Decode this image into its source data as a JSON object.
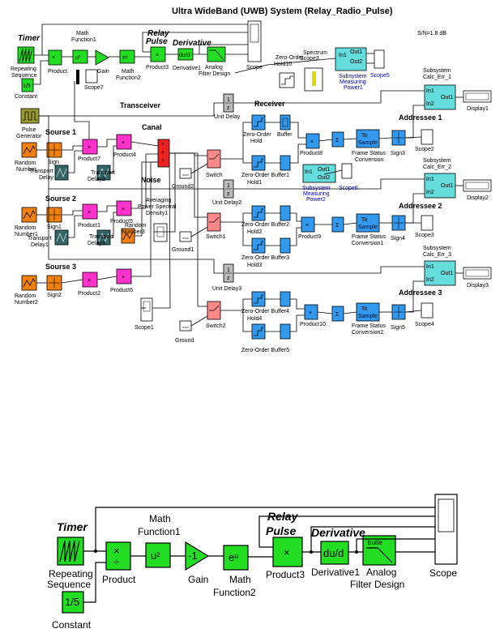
{
  "title": "Ultra WideBand (UWB) System  (Relay_Radio_Pulse)",
  "snr": "S/N=1.8 dB",
  "section_labels": {
    "timer": "Timer",
    "relay_pulse": "Relay\nPulse",
    "derivative_hdr": "Derivative",
    "transceiver": "Transceiver",
    "receiver": "Receiver",
    "canal": "Canal",
    "noise": "Noise",
    "source1": "Sourse 1",
    "source2": "Sourse 2",
    "source3": "Sourse 3",
    "addressee1": "Addressee 1",
    "addressee2": "Addressee 2",
    "addressee3": "Addressee 3"
  },
  "block_labels": {
    "repeating_sequence": "Repeating\nSequence",
    "constant": "Constant",
    "product": "Product",
    "math_function1": "Math\nFunction1",
    "gain": "Gain",
    "math_function2": "Math\nFunction2",
    "product3": "Product3",
    "derivative1": "Derivative1",
    "analog_filter": "Analog\nFilter Design",
    "scope": "Scope",
    "scope7": "Scope7",
    "zero_order_hold10": "Zero-Order\nHold10",
    "spectrum_scope": "Spectrum\nScope3",
    "subsystem_pm1": "Subsystem\nMeasuring\nPower1",
    "scope5": "Scope5",
    "subsystem_pm2": "Subsystem\nMeasuring\nPower2",
    "scope6": "Scope6",
    "pulse_generator": "Pulse\nGenerator",
    "random_number": "Random\nNumber",
    "random_number1": "Random\nNumber1",
    "random_number2": "Random\nNumber2",
    "random_number3": "Random\nNumber3",
    "sign": "Sign",
    "sign1": "Sign1",
    "sign2": "Sign2",
    "transport_delay": "Transport\nDelay",
    "transport_delay1": "Transport\nDelay1",
    "transport_delay2": "Transport\nDelay2",
    "transport_delay3": "Transport\nDelay3",
    "product1": "Product1",
    "product2": "Product2",
    "product4": "Product4",
    "product5": "Product5",
    "product6": "Product6",
    "product7": "Product7",
    "averaging_psd": "Averaging\nPower Spectral\nDensity1",
    "ground": "Ground",
    "ground1": "Ground1",
    "ground2": "Ground2",
    "switch": "Switch",
    "switch1": "Switch1",
    "switch2": "Switch2",
    "scope1": "Scope1",
    "unit_delay": "Unit Delay",
    "unit_delay2": "Unit Delay2",
    "unit_delay3": "Unit Delay3",
    "zoh": "Zero-Order\nHold",
    "zoh1": "Hold1",
    "zoh2": "Hold2",
    "zoh3": "Hold3",
    "zoh4": "Hold4",
    "buffer": "Buffer",
    "buffer1": "Zero-Order Buffer1",
    "buffer2": "Zero-Order Buffer2",
    "buffer3": "Zero-Order Buffer3",
    "buffer4": "Zero-Order Buffer4",
    "buffer5": "Zero-Order Buffer5",
    "product8": "Product8",
    "product9": "Product9",
    "product10": "Product10",
    "frame_status": "Frame Status\nConversion",
    "frame_status1": "Frame Status\nConversion1",
    "frame_status2": "Frame Status\nConversion2",
    "sign3": "Sign3",
    "sign4": "Sign4",
    "sign5": "Sign5",
    "scope2": "Scope2",
    "scope3": "Scope3",
    "scope4": "Scope4",
    "subsystem_ce1": "Subsystem\nCalc_Err_1",
    "subsystem_ce2": "Subsystem\nCalc_Err_2",
    "subsystem_ce3": "Subsystem\nCalc_Err_3",
    "display1": "Display1",
    "display2": "Display2",
    "display3": "Display3"
  },
  "glyphs": {
    "constant_value": "1/5",
    "u_squared": "u²",
    "gain_value": "-1",
    "e_u": "eᵘ",
    "du_dt": "du/d",
    "butter": "butte",
    "to_sample": "To\nSample",
    "unit_delay_top": "1",
    "unit_delay_bot": "z",
    "out1": "Out1",
    "out2": "Out2",
    "in1": "In1",
    "in2": "In2",
    "sum": "Σ"
  },
  "colors": {
    "green_block": "#22dd22",
    "orange_block": "#f08010",
    "magenta_block": "#ff33cc",
    "blue_block": "#3399ee",
    "cyan_block": "#66dddd",
    "teal_block": "#336666",
    "red_block": "#ee2222",
    "pink_block": "#ff8888",
    "olive_block": "#999933",
    "gray_block": "#bbbbbb"
  }
}
